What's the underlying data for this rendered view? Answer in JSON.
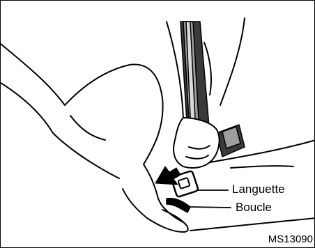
{
  "labels": {
    "tongue": "Languette",
    "buckle": "Boucle"
  },
  "figure_code": "MS13090",
  "colors": {
    "line": "#000000",
    "belt_light": "#d9d9d9",
    "belt_mid": "#9e9e9e",
    "belt_dark": "#3a3a3a",
    "background": "#ffffff"
  }
}
